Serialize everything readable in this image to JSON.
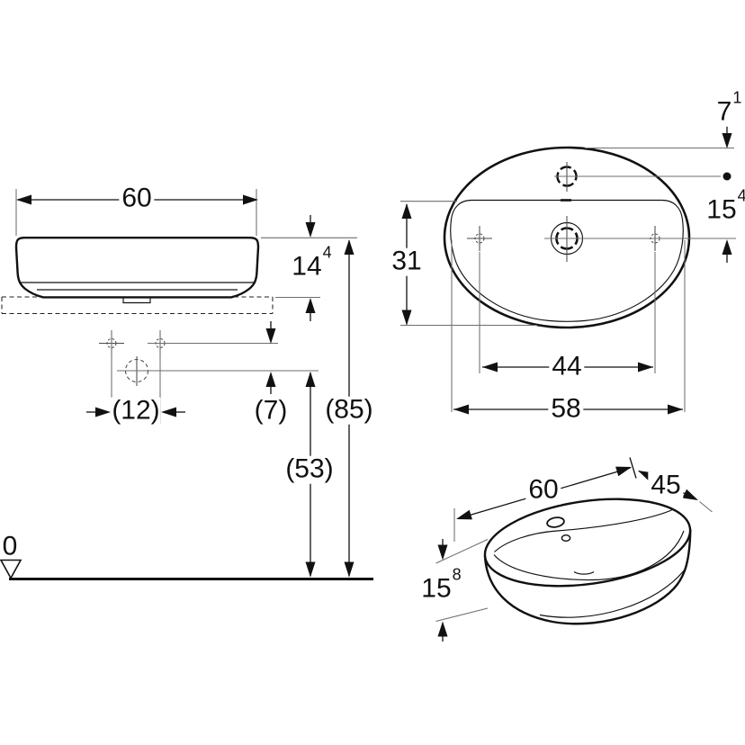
{
  "front_view": {
    "overall_width": "60",
    "rim_above_counter_main": "14",
    "rim_above_counter_sup": "4"
  },
  "plan_view": {
    "rear_to_taphole_main": "7",
    "rear_to_taphole_sup": "1",
    "taphole_to_drain_main": "15",
    "taphole_to_drain_sup": "4",
    "bowl_depth": "31",
    "side_hole_spacing": "44",
    "overall_width": "58"
  },
  "installation": {
    "taphole_offset": "(12)",
    "counter_to_connection": "(7)",
    "rim_height": "(85)",
    "trap_height": "(53)",
    "floor_datum": "0"
  },
  "iso_view": {
    "length": "60",
    "depth": "45",
    "height_main": "15",
    "height_sup": "8"
  },
  "colors": {
    "line": "#111111",
    "extension_line": "#6e6e6e",
    "background": "#ffffff"
  }
}
